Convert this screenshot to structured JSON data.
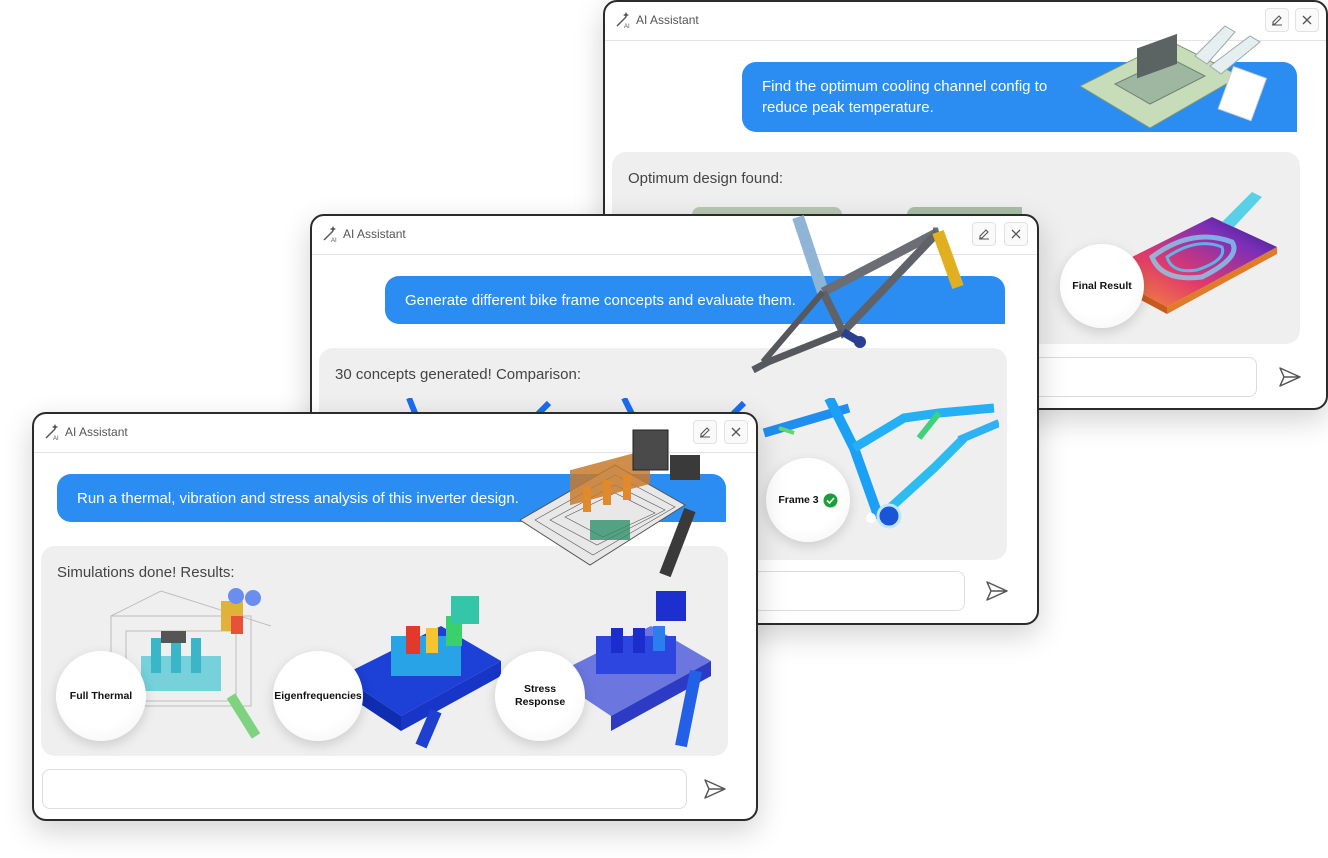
{
  "panels": {
    "cooling": {
      "title": "AI Assistant",
      "prompt": "Find the optimum cooling channel config to reduce peak temperature.",
      "response": "Optimum design found:",
      "badge": "Final Result"
    },
    "bike": {
      "title": "AI Assistant",
      "prompt": "Generate different bike frame concepts and evaluate them.",
      "response": "30 concepts generated! Comparison:",
      "badge": "Frame 3"
    },
    "inverter": {
      "title": "AI Assistant",
      "prompt": "Run a thermal, vibration and stress analysis of this inverter design.",
      "response": "Simulations done! Results:",
      "badges": [
        "Full Thermal",
        "Eigenfrequencies",
        "Stress Response"
      ]
    }
  },
  "icons": {
    "title": "ai-magic-wand-icon",
    "edit": "edit-icon",
    "close": "close-icon",
    "send": "send-icon",
    "check": "check-circle-icon"
  },
  "colors": {
    "accent": "#2b8cf2",
    "check": "#1e9e3a"
  }
}
